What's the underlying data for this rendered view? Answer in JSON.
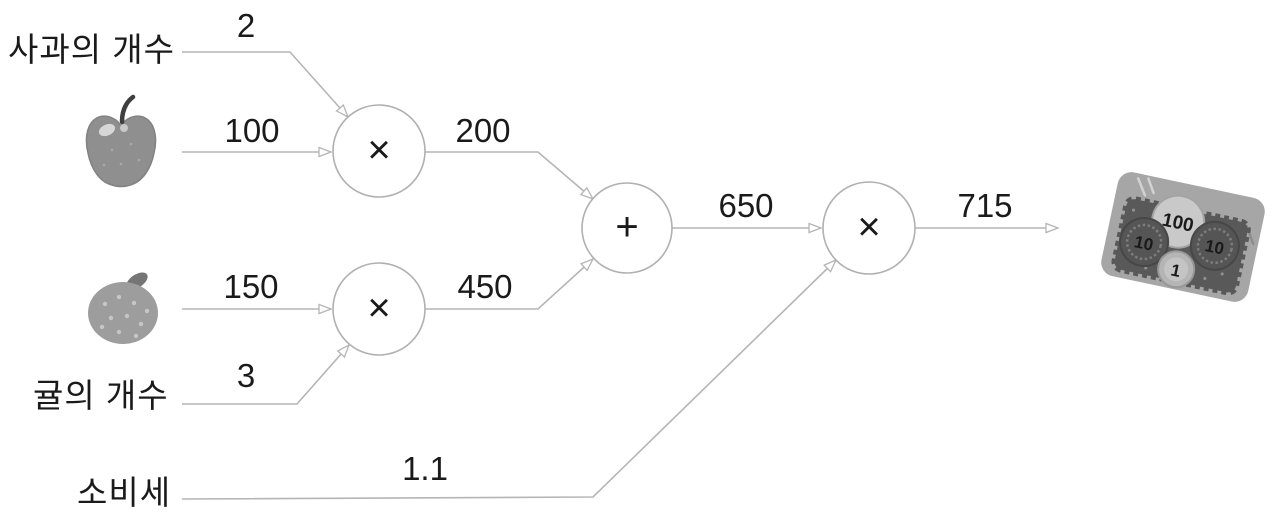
{
  "graph": {
    "labels": {
      "apple_count": "사과의 개수",
      "orange_count": "귤의 개수",
      "tax": "소비세"
    },
    "edge_values": {
      "apple_count": "2",
      "apple_price": "100",
      "apple_subtotal": "200",
      "orange_price": "150",
      "orange_count": "3",
      "orange_subtotal": "450",
      "sum": "650",
      "tax_rate": "1.1",
      "total": "715"
    },
    "operators": {
      "apple_mul": "×",
      "orange_mul": "×",
      "add": "+",
      "tax_mul": "×"
    },
    "icons": {
      "apple": "apple-icon",
      "orange": "orange-icon",
      "money_tray": "money-tray-icon"
    },
    "coins": {
      "c100": "100",
      "c10_left": "10",
      "c10_right": "10",
      "c1": "1"
    },
    "colors": {
      "edge": "#b5b5b5",
      "node_stroke": "#b0b0b0",
      "text": "#1a1a1a",
      "background": "#ffffff",
      "fruit_gray": "#949494",
      "tray_gray": "#a6a6a6",
      "tray_inner": "#595959"
    }
  }
}
